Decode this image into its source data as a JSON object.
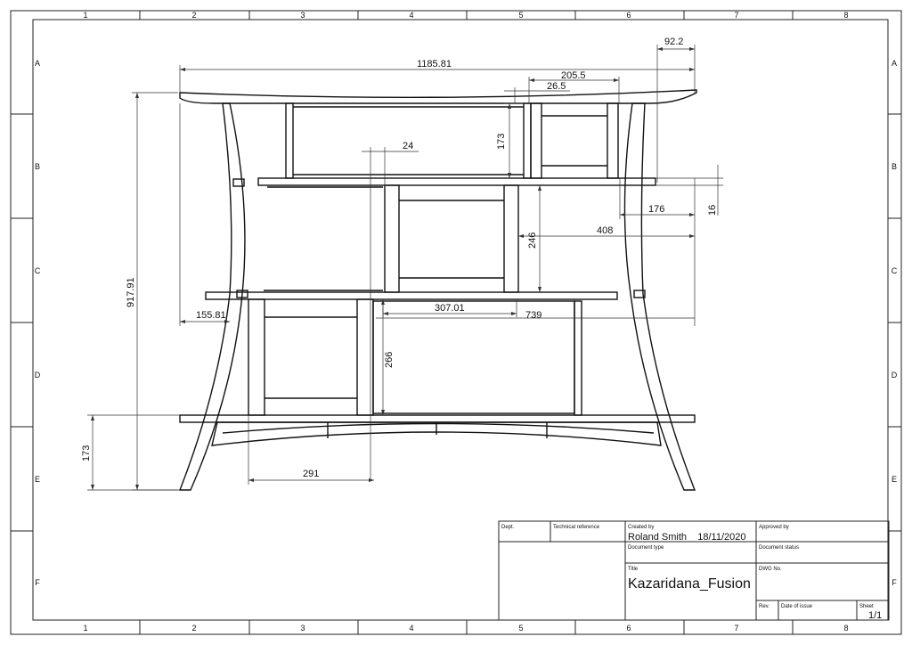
{
  "sheet": {
    "col_labels": [
      "1",
      "2",
      "3",
      "4",
      "5",
      "6",
      "7",
      "8"
    ],
    "row_labels": [
      "A",
      "B",
      "C",
      "D",
      "E",
      "F"
    ]
  },
  "dimensions": {
    "top_offset": "92.2",
    "overall_width": "1185.81",
    "cabinet_width": "205.5",
    "post_width": "26.5",
    "upper_opening_height": "173",
    "post_thickness": "24",
    "shelf_thickness": "16",
    "shelf_overhang": "176",
    "middle_opening_height": "246",
    "middle_shelf_offset": "408",
    "total_height": "917.91",
    "left_offset": "155.81",
    "lower_span": "307.01",
    "lower_width": "739",
    "lower_opening_height": "266",
    "base_height": "173",
    "lower_cabinet_width": "291"
  },
  "title_block": {
    "dept_label": "Dept.",
    "technical_reference_label": "Technical reference",
    "created_by_label": "Created by",
    "created_by_value": "Roland Smith    18/11/2020",
    "approved_by_label": "Approved by",
    "document_type_label": "Document type",
    "document_status_label": "Document status",
    "title_label": "Title",
    "title_value": "Kazaridana_Fusion",
    "dwg_no_label": "DWG No.",
    "rev_label": "Rev.",
    "date_of_issue_label": "Date of issue",
    "sheet_label": "Sheet",
    "sheet_value": "1/1"
  }
}
